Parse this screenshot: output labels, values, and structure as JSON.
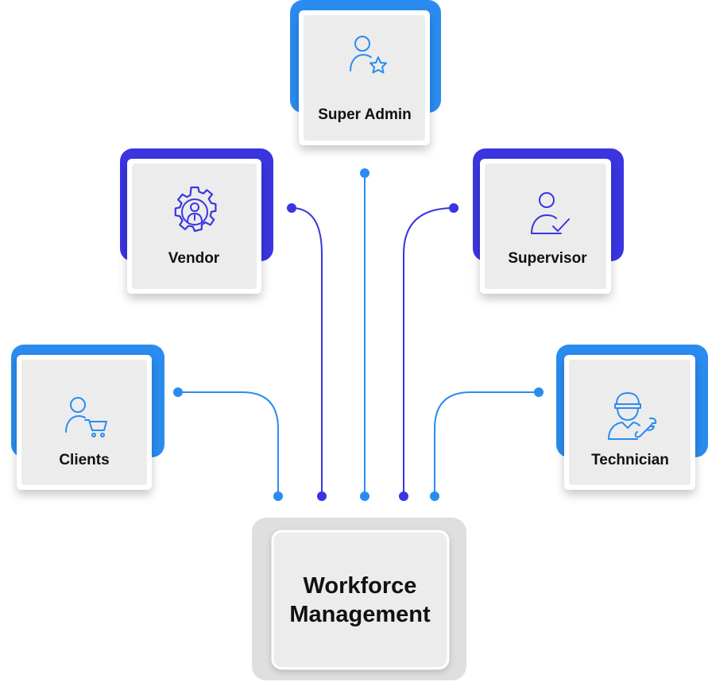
{
  "colors": {
    "blue": "#2a8cf0",
    "indigo": "#3a35e0",
    "card_fill": "#ececed",
    "center_outer": "#dfdfe0",
    "text": "#111111"
  },
  "center": {
    "line1": "Workforce",
    "line2": "Management"
  },
  "nodes": {
    "super_admin": {
      "label": "Super Admin",
      "icon": "user-star-icon"
    },
    "vendor": {
      "label": "Vendor",
      "icon": "gear-person-icon"
    },
    "supervisor": {
      "label": "Supervisor",
      "icon": "user-check-icon"
    },
    "clients": {
      "label": "Clients",
      "icon": "user-cart-icon"
    },
    "technician": {
      "label": "Technician",
      "icon": "technician-wrench-icon"
    }
  }
}
